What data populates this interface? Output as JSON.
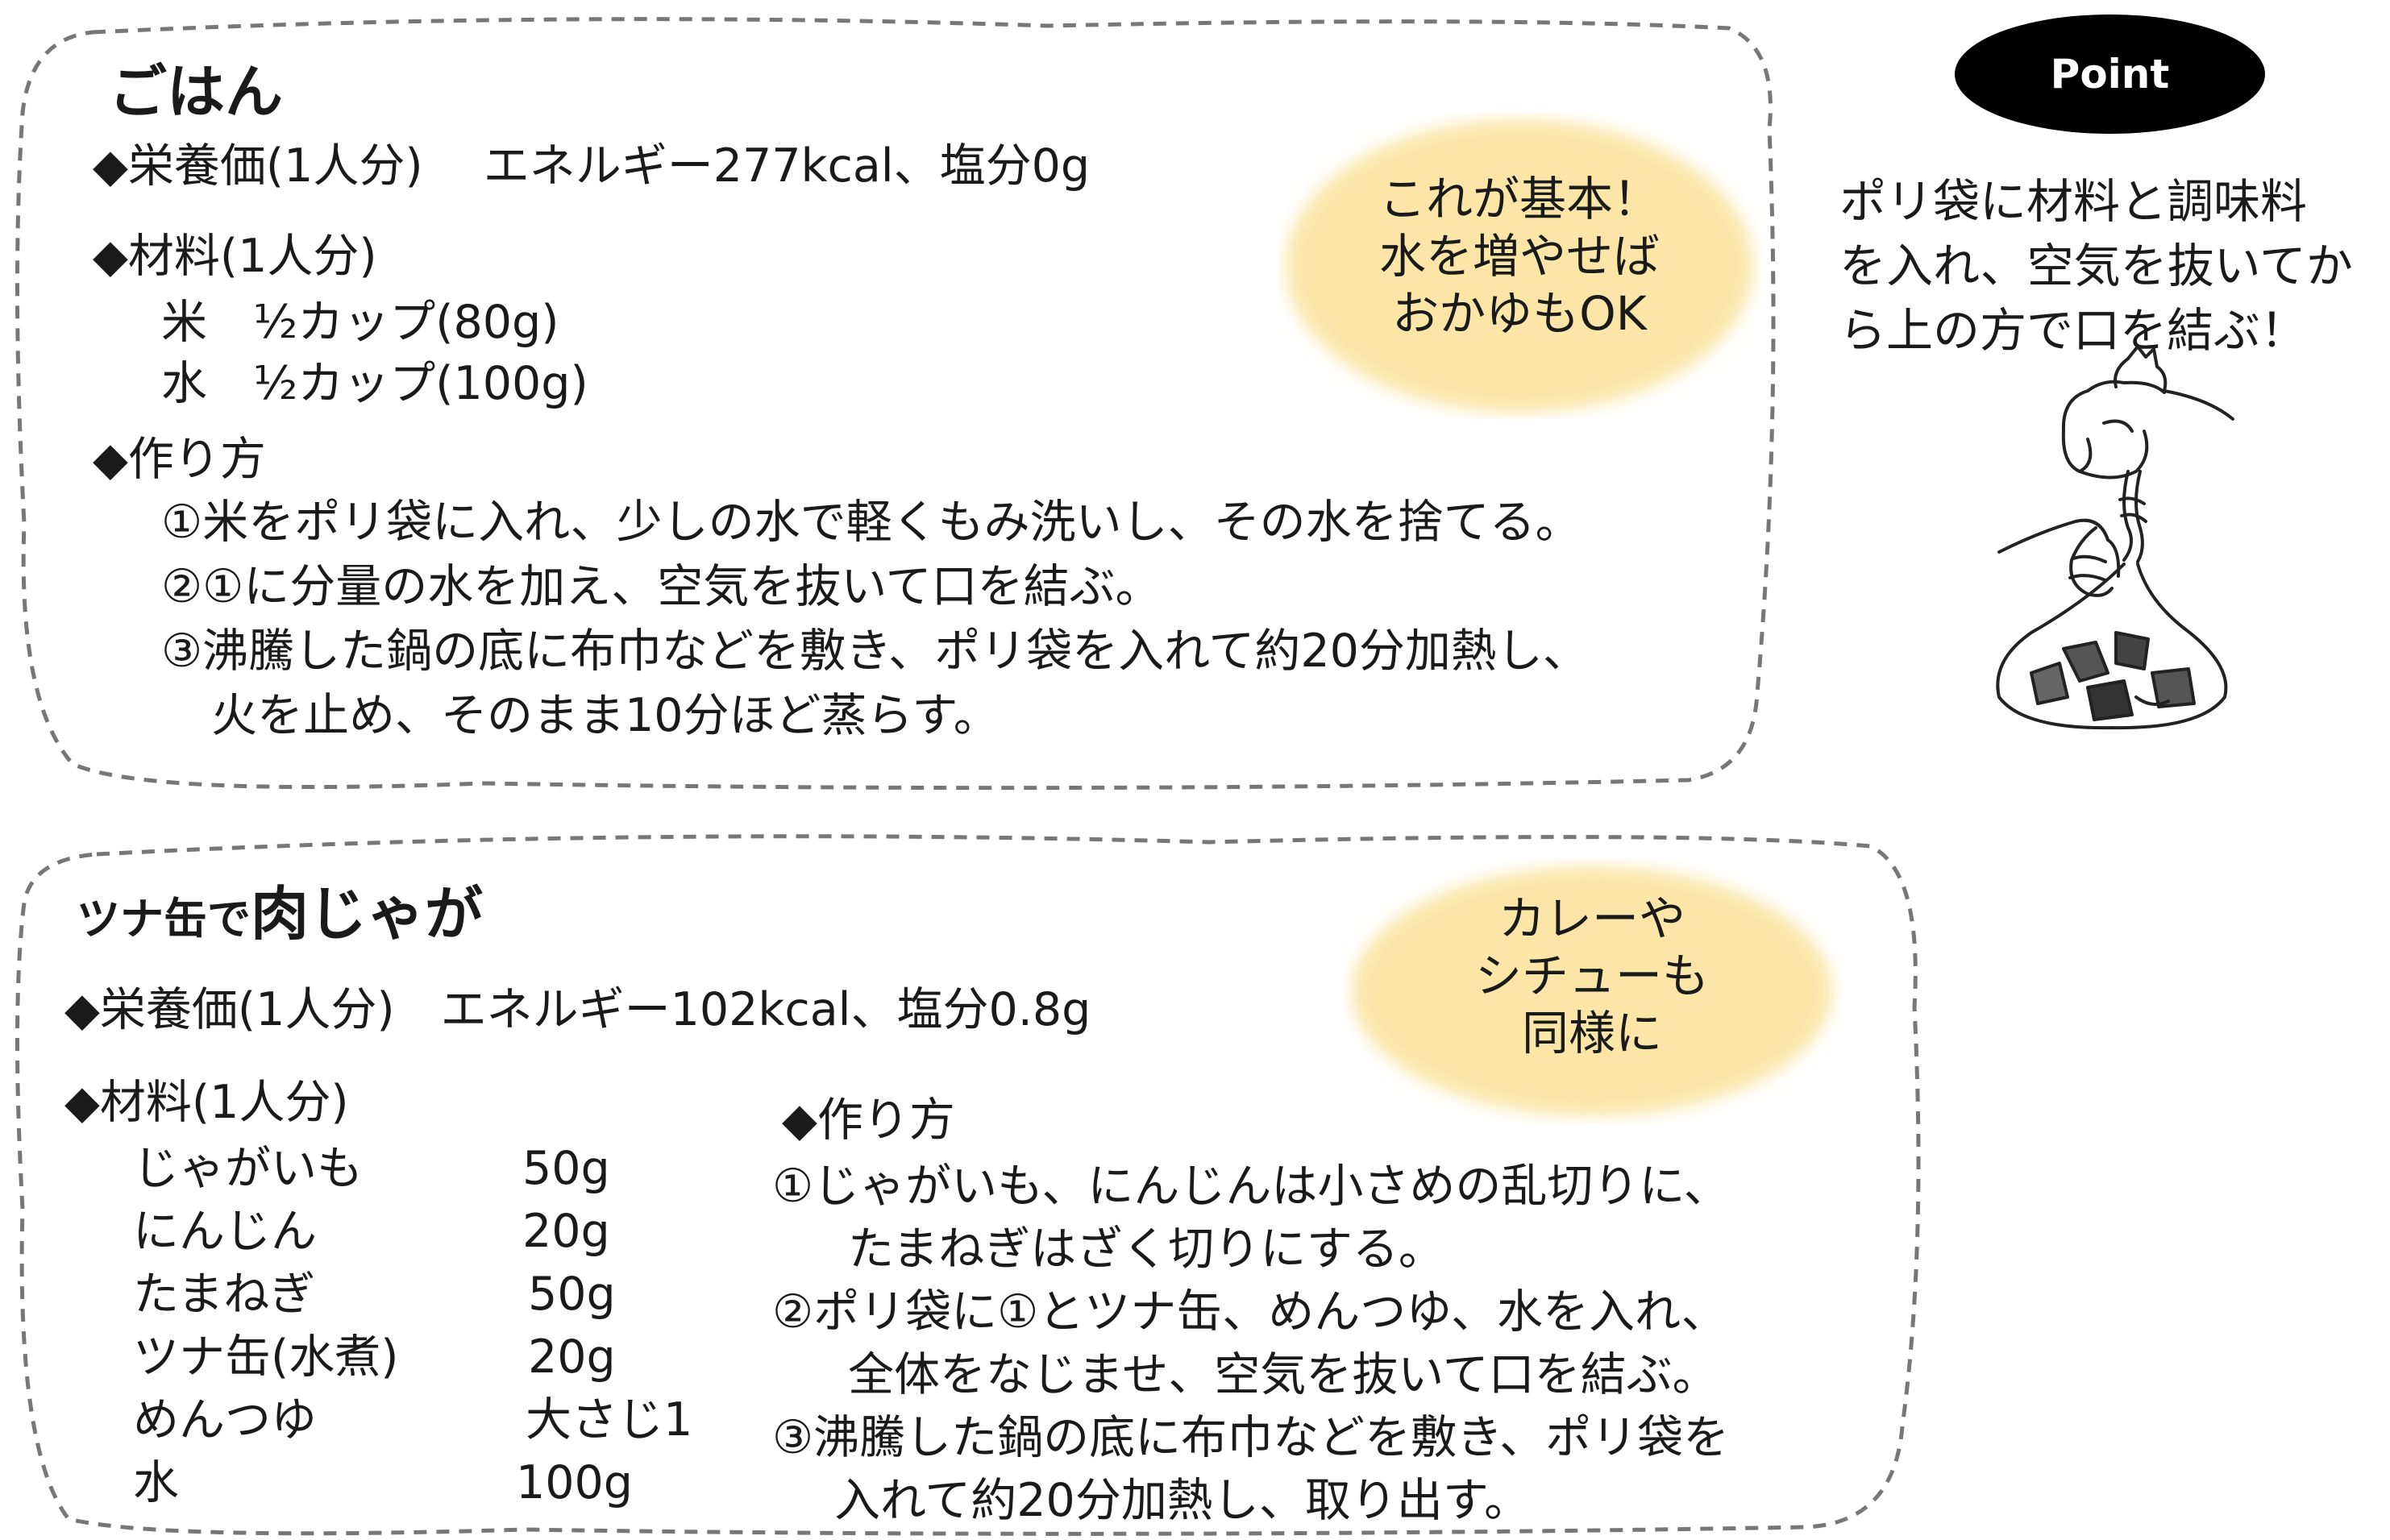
{
  "colors": {
    "bubble": "#fbe6a8",
    "border": "#777777",
    "badge": "#000000",
    "text": "#1a1a1a"
  },
  "icons": {
    "illustration": "hand-tying-plastic-bag-illustration"
  },
  "gohan": {
    "title": "ごはん",
    "nutrition": "◆栄養価(1人分)　 エネルギー277kcal、塩分0g",
    "ingredients_heading": "◆材料(1人分)",
    "ingredients": [
      "米　½カップ(80g)",
      "水　½カップ(100g)"
    ],
    "method_heading": "◆作り方",
    "steps": [
      "①米をポリ袋に入れ、少しの水で軽くもみ洗いし、その水を捨てる。",
      "②①に分量の水を加え、空気を抜いて口を結ぶ。",
      "③沸騰した鍋の底に布巾などを敷き、ポリ袋を入れて約20分加熱し、",
      "火を止め、そのまま10分ほど蒸らす。"
    ],
    "bubble": [
      "これが基本！",
      "水を増やせば",
      "おかゆもOK"
    ]
  },
  "point": {
    "badge": "Point",
    "lines": [
      "ポリ袋に材料と調味料",
      "を入れ、空気を抜いてか",
      "ら上の方で口を結ぶ！"
    ]
  },
  "nikujaga": {
    "title_small": "ツナ缶で",
    "title_large": "肉じゃが",
    "nutrition": "◆栄養価(1人分)　エネルギー102kcal、塩分0.8g",
    "ingredients_heading": "◆材料(1人分)",
    "ingredients": [
      {
        "name": "じゃがいも",
        "amount": "50g"
      },
      {
        "name": "にんじん",
        "amount": "20g"
      },
      {
        "name": "たまねぎ",
        "amount": "50g"
      },
      {
        "name": "ツナ缶(水煮)",
        "amount": "20g"
      },
      {
        "name": "めんつゆ",
        "amount": "大さじ1"
      },
      {
        "name": "水",
        "amount": "100g"
      }
    ],
    "method_heading": "◆作り方",
    "steps": [
      "①じゃがいも、にんじんは小さめの乱切りに、",
      "たまねぎはざく切りにする。",
      "②ポリ袋に①とツナ缶、めんつゆ、水を入れ、",
      "全体をなじませ、空気を抜いて口を結ぶ。",
      "③沸騰した鍋の底に布巾などを敷き、ポリ袋を",
      "入れて約20分加熱し、取り出す。"
    ],
    "bubble": [
      "カレーや",
      "シチューも",
      "同様に"
    ]
  }
}
